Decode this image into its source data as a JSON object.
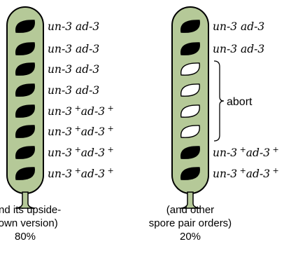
{
  "asci": [
    {
      "name": "ascus-left",
      "spores": [
        "black",
        "black",
        "black",
        "black",
        "black",
        "black",
        "black",
        "black"
      ],
      "labels": [
        {
          "gene1": "un-3",
          "gene1_plus": false,
          "gene2": "ad-3",
          "gene2_plus": false
        },
        {
          "gene1": "un-3",
          "gene1_plus": false,
          "gene2": "ad-3",
          "gene2_plus": false
        },
        {
          "gene1": "un-3",
          "gene1_plus": false,
          "gene2": "ad-3",
          "gene2_plus": false
        },
        {
          "gene1": "un-3",
          "gene1_plus": false,
          "gene2": "ad-3",
          "gene2_plus": false
        },
        {
          "gene1": "un-3",
          "gene1_plus": true,
          "gene2": "ad-3",
          "gene2_plus": true
        },
        {
          "gene1": "un-3",
          "gene1_plus": true,
          "gene2": "ad-3",
          "gene2_plus": true
        },
        {
          "gene1": "un-3",
          "gene1_plus": true,
          "gene2": "ad-3",
          "gene2_plus": true
        },
        {
          "gene1": "un-3",
          "gene1_plus": true,
          "gene2": "ad-3",
          "gene2_plus": true
        }
      ],
      "caption": [
        "(and its upside-",
        "down version)",
        "80%"
      ]
    },
    {
      "name": "ascus-right",
      "spores": [
        "black",
        "black",
        "white",
        "white",
        "white",
        "white",
        "black",
        "black"
      ],
      "labels": [
        {
          "gene1": "un-3",
          "gene1_plus": false,
          "gene2": "ad-3",
          "gene2_plus": false
        },
        {
          "gene1": "un-3",
          "gene1_plus": false,
          "gene2": "ad-3",
          "gene2_plus": false
        },
        null,
        null,
        null,
        null,
        {
          "gene1": "un-3",
          "gene1_plus": true,
          "gene2": "ad-3",
          "gene2_plus": true
        },
        {
          "gene1": "un-3",
          "gene1_plus": true,
          "gene2": "ad-3",
          "gene2_plus": true
        }
      ],
      "bracket_label": "abort",
      "caption": [
        "(and other",
        "spore pair orders)",
        "20%"
      ]
    }
  ],
  "colors": {
    "ascus_fill": "#b5c998",
    "ascus_stroke": "#000000",
    "spore_black": "#000000",
    "spore_white": "#ffffff"
  }
}
